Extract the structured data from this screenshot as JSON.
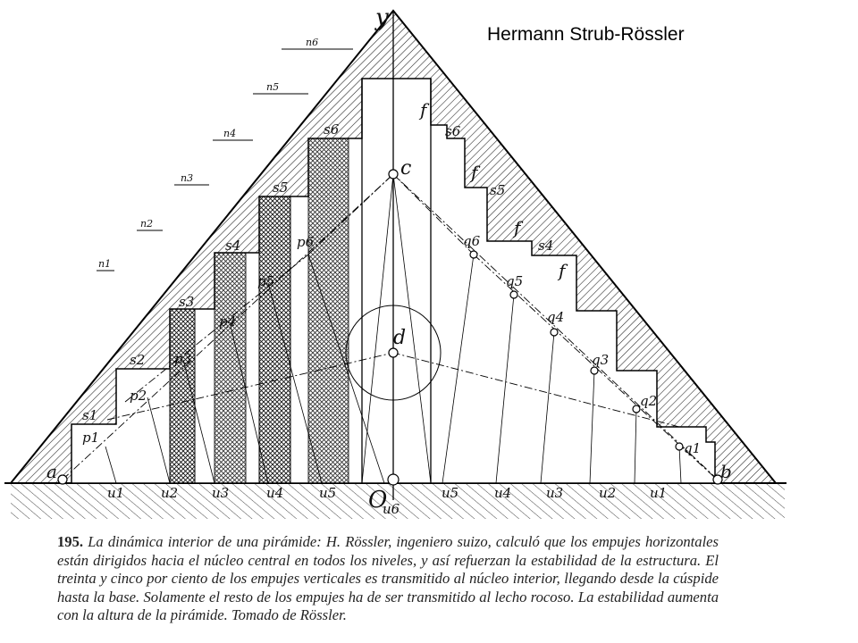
{
  "header": {
    "title": "Hermann Strub-Rössler"
  },
  "figure": {
    "apex_label": "y",
    "center_label": "c",
    "core_label": "d",
    "base_origin_label": "O",
    "left_corner_label": "a",
    "right_corner_label": "b",
    "core_fill_labels": [
      "f",
      "f",
      "f",
      "f"
    ],
    "left_s_labels": [
      "s1",
      "s2",
      "s3",
      "s4",
      "s5",
      "s6"
    ],
    "right_s_labels": [
      "s6",
      "s5",
      "s4"
    ],
    "p_labels": [
      "p1",
      "p2",
      "p3",
      "p4",
      "p5",
      "p6"
    ],
    "q_labels": [
      "q6",
      "q5",
      "q4",
      "q3",
      "q2",
      "q1"
    ],
    "u_left_labels": [
      "u1",
      "u2",
      "u3",
      "u4",
      "u5"
    ],
    "u_center_label": "u6",
    "u_right_labels": [
      "u5",
      "u4",
      "u3",
      "u2",
      "u1"
    ],
    "n_labels": [
      "n1",
      "n2",
      "n3",
      "n4",
      "n5",
      "n6"
    ]
  },
  "caption": {
    "number": "195.",
    "text": "La dinámica interior de una pirámide: H. Rössler, ingeniero suizo, calculó que los empujes horizontales están dirigidos hacia el núcleo central en todos los niveles, y así refuerzan la estabilidad de la estructura. El treinta y cinco por ciento de los empujes verticales es transmitido al núcleo interior, llegando desde la cúspide hasta la base. Solamente el resto de los empujes ha de ser transmitido al lecho rocoso. La estabilidad aumenta con la altura de la pirámide. Tomado de Rössler."
  }
}
